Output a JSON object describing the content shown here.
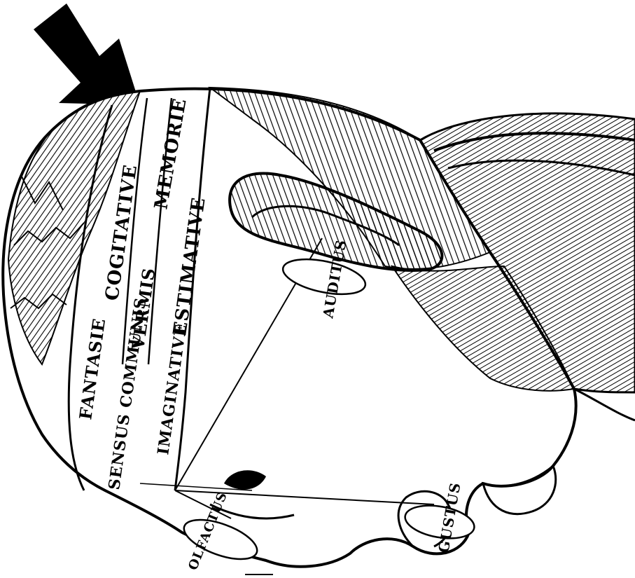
{
  "labels": {
    "memoria": "MEMORIE",
    "cogitativa": "COGITATIVE",
    "estimativa": "ESTIMATIVE",
    "vermis": "VERMIS",
    "fantasia": "FANTASIE",
    "imaginativa": "IMAGINATIVE",
    "sensus_communis": "SENSUS COMMUNIS",
    "auditus": "AUDITUS",
    "gustus": "GUSTUS",
    "olfactus": "OLFACTUS"
  },
  "colors": {
    "ink": "#000000",
    "paper": "#ffffff"
  }
}
